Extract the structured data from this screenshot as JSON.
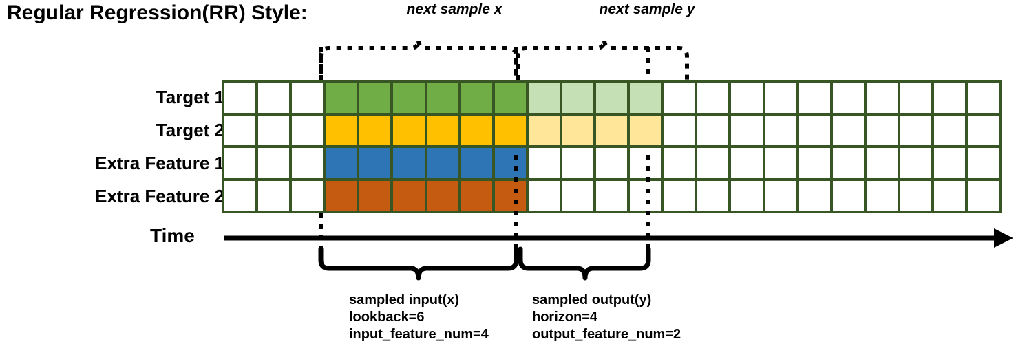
{
  "title": "Regular Regression(RR) Style:",
  "row_labels": [
    "Target 1",
    "Target 2",
    "Extra Feature 1",
    "Extra Feature 2"
  ],
  "time_axis": {
    "label": "Time",
    "arrow": "right-arrow-icon"
  },
  "top_captions": {
    "input": "next sample x",
    "output": "next sample y"
  },
  "bottom_notes": {
    "input": {
      "title": "sampled input(x)",
      "line2": "lookback=6",
      "line3": "input_feature_num=4"
    },
    "output": {
      "title": "sampled output(y)",
      "line2": "horizon=4",
      "line3": "output_feature_num=2"
    }
  },
  "colors": {
    "grid_border": "#375623",
    "target1_dark": "#70AD47",
    "target1_light": "#C5E0B4",
    "target2_dark": "#FFC000",
    "target2_light": "#FFE699",
    "extra1": "#2E75B6",
    "extra2": "#C55A11",
    "empty": "#FFFFFF",
    "line": "#000000"
  },
  "grid": {
    "columns": 23,
    "rows": 4,
    "lookback_start_col": 3,
    "lookback_end_col": 8,
    "horizon_start_col": 9,
    "horizon_end_col": 12,
    "cells": [
      [
        "empty",
        "empty",
        "empty",
        "green",
        "green",
        "green",
        "green",
        "green",
        "green",
        "lightgreen",
        "lightgreen",
        "lightgreen",
        "lightgreen",
        "empty",
        "empty",
        "empty",
        "empty",
        "empty",
        "empty",
        "empty",
        "empty",
        "empty",
        "empty"
      ],
      [
        "empty",
        "empty",
        "empty",
        "yellow",
        "yellow",
        "yellow",
        "yellow",
        "yellow",
        "yellow",
        "lightyellow",
        "lightyellow",
        "lightyellow",
        "lightyellow",
        "empty",
        "empty",
        "empty",
        "empty",
        "empty",
        "empty",
        "empty",
        "empty",
        "empty",
        "empty"
      ],
      [
        "empty",
        "empty",
        "empty",
        "blue",
        "blue",
        "blue",
        "blue",
        "blue",
        "blue",
        "empty",
        "empty",
        "empty",
        "empty",
        "empty",
        "empty",
        "empty",
        "empty",
        "empty",
        "empty",
        "empty",
        "empty",
        "empty",
        "empty"
      ],
      [
        "empty",
        "empty",
        "empty",
        "orange",
        "orange",
        "orange",
        "orange",
        "orange",
        "orange",
        "empty",
        "empty",
        "empty",
        "empty",
        "empty",
        "empty",
        "empty",
        "empty",
        "empty",
        "empty",
        "empty",
        "empty",
        "empty",
        "empty"
      ]
    ]
  }
}
